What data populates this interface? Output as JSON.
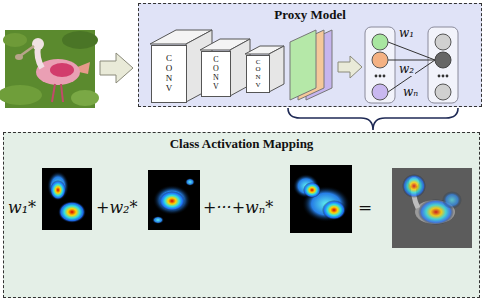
{
  "diagram": {
    "nodes": [
      {
        "text": [
          "Proxy Model"
        ]
      },
      {
        "text": [
          "CONV"
        ],
        "in": 0
      },
      {
        "text": [
          "CONV"
        ],
        "in": 0
      },
      {
        "text": [
          "CONV"
        ],
        "in": 0
      },
      {
        "text": [
          "Class Activation Mapping"
        ]
      }
    ],
    "labels": [
      "w₁",
      "w₂",
      "wₙ",
      "w₁*",
      "+w₂*",
      "+···+wₙ*",
      "="
    ]
  }
}
